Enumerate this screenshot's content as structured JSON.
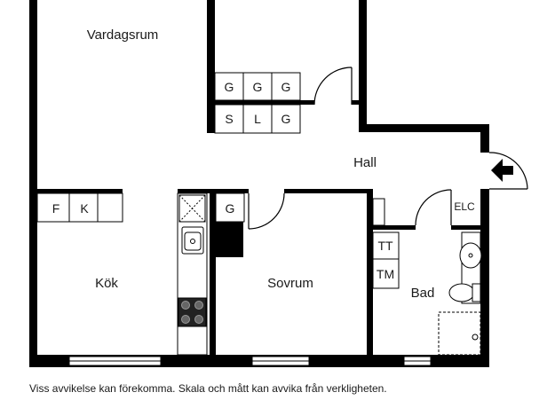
{
  "rooms": {
    "vardagsrum": "Vardagsrum",
    "hall": "Hall",
    "kok": "Kök",
    "sovrum": "Sovrum",
    "bad": "Bad"
  },
  "closets": {
    "hall_top": [
      "G",
      "G",
      "G"
    ],
    "hall_bottom": [
      "S",
      "L",
      "G"
    ],
    "kitchen": [
      "F",
      "K"
    ],
    "bedroom": "G",
    "bath": [
      "TT",
      "TM"
    ]
  },
  "elc": "ELC",
  "disclaimer": "Viss avvikelse kan förekomma. Skala och mått kan avvika från verkligheten."
}
